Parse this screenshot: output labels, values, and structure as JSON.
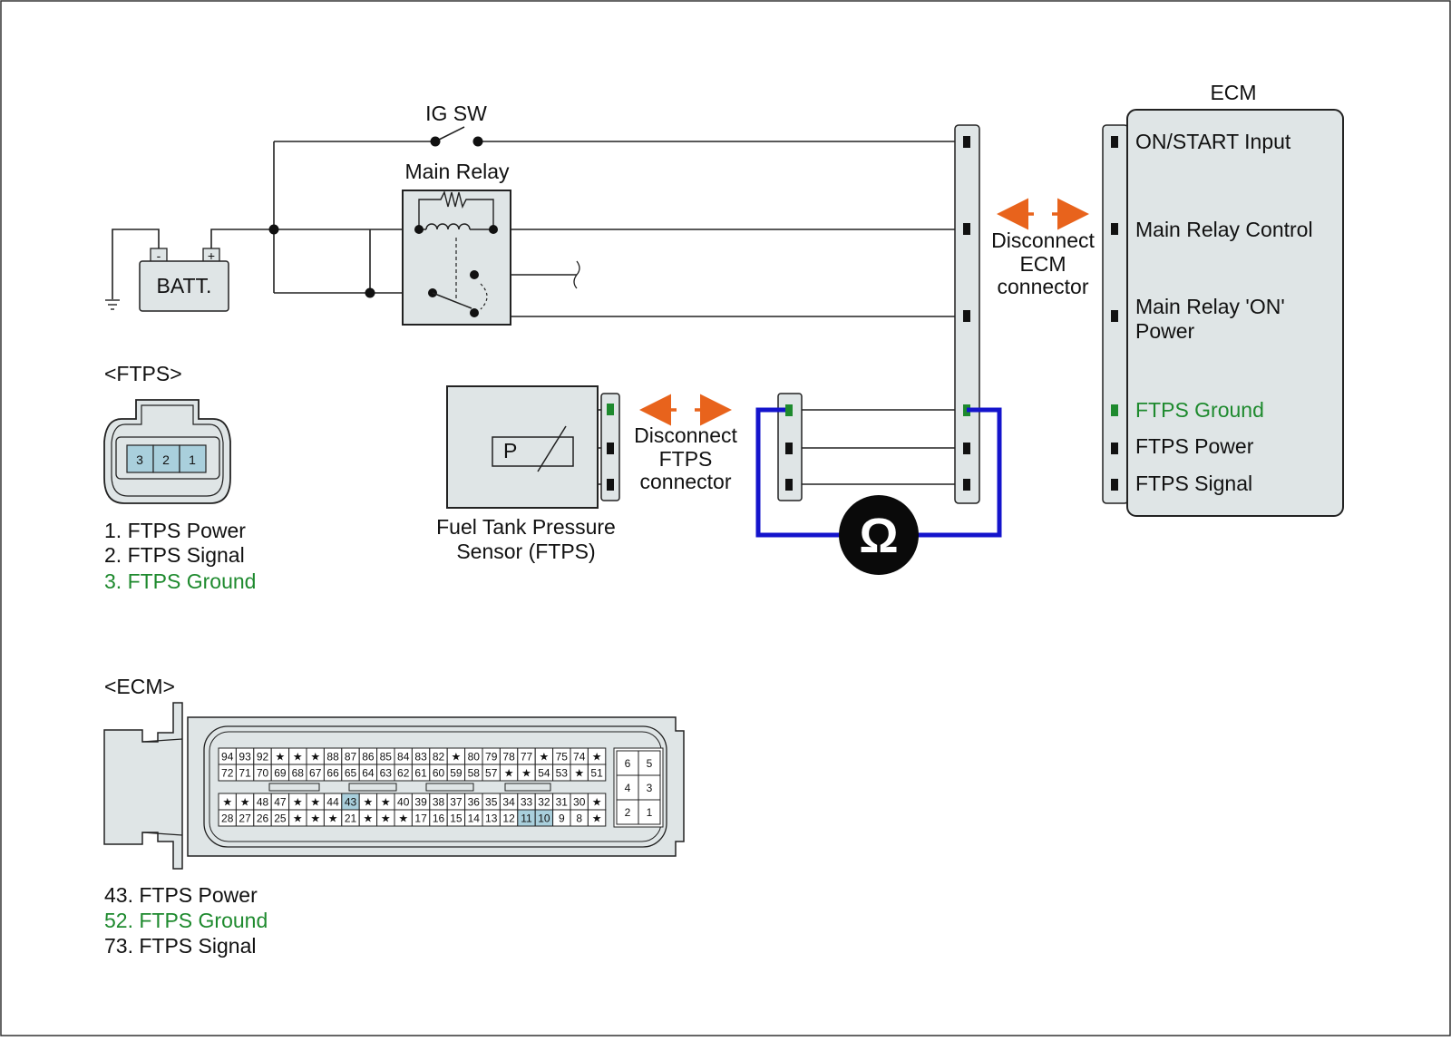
{
  "wiring": {
    "ig_sw": "IG SW",
    "main_relay": "Main Relay",
    "battery": "BATT.",
    "batt_neg": "-",
    "batt_pos": "+",
    "sensor_symbol": "P",
    "sensor_label_line1": "Fuel Tank Pressure",
    "sensor_label_line2": "Sensor (FTPS)",
    "disconnect_ftps": [
      "Disconnect",
      "FTPS",
      "connector"
    ],
    "disconnect_ecm": [
      "Disconnect",
      "ECM",
      "connector"
    ],
    "ohm_symbol": "Ω",
    "accent_arrow_color": "#e8631c",
    "meter_lead_color": "#1414cc",
    "ground_color": "#1e8a2e"
  },
  "ecm_box": {
    "title": "ECM",
    "pins": [
      {
        "label": "ON/START Input",
        "color": "#111111"
      },
      {
        "label": "Main Relay Control",
        "color": "#111111"
      },
      {
        "label": "Main Relay 'ON'",
        "label2": "Power",
        "color": "#111111"
      },
      {
        "label": "FTPS Ground",
        "color": "#1e8a2e"
      },
      {
        "label": "FTPS Power",
        "color": "#111111"
      },
      {
        "label": "FTPS Signal",
        "color": "#111111"
      }
    ]
  },
  "ftps_connector": {
    "title": "<FTPS>",
    "pins": [
      "3",
      "2",
      "1"
    ],
    "legend": [
      {
        "text": "1. FTPS Power",
        "color": "#111111"
      },
      {
        "text": "2. FTPS Signal",
        "color": "#111111"
      },
      {
        "text": "3. FTPS Ground",
        "color": "#1e8a2e"
      }
    ]
  },
  "ecm_connector": {
    "title": "<ECM>",
    "rows": [
      [
        "94",
        "93",
        "92",
        "★",
        "★",
        "★",
        "88",
        "87",
        "86",
        "85",
        "84",
        "83",
        "82",
        "★",
        "80",
        "79",
        "78",
        "77",
        "★",
        "75",
        "74",
        "★"
      ],
      [
        "72",
        "71",
        "70",
        "69",
        "68",
        "67",
        "66",
        "65",
        "64",
        "63",
        "62",
        "61",
        "60",
        "59",
        "58",
        "57",
        "★",
        "★",
        "54",
        "53",
        "★",
        "51"
      ],
      [
        "★",
        "★",
        "48",
        "47",
        "★",
        "★",
        "44",
        "43",
        "★",
        "★",
        "40",
        "39",
        "38",
        "37",
        "36",
        "35",
        "34",
        "33",
        "32",
        "31",
        "30",
        "★"
      ],
      [
        "28",
        "27",
        "26",
        "25",
        "★",
        "★",
        "★",
        "21",
        "★",
        "★",
        "★",
        "17",
        "16",
        "15",
        "14",
        "13",
        "12",
        "11",
        "10",
        "9",
        "8",
        "★"
      ]
    ],
    "highlighted": [
      "43",
      "11",
      "10"
    ],
    "side_block": [
      [
        "6",
        "5"
      ],
      [
        "4",
        "3"
      ],
      [
        "2",
        "1"
      ]
    ],
    "legend": [
      {
        "text": "43. FTPS Power",
        "color": "#111111"
      },
      {
        "text": "52. FTPS Ground",
        "color": "#1e8a2e"
      },
      {
        "text": "73. FTPS Signal",
        "color": "#111111"
      }
    ]
  }
}
